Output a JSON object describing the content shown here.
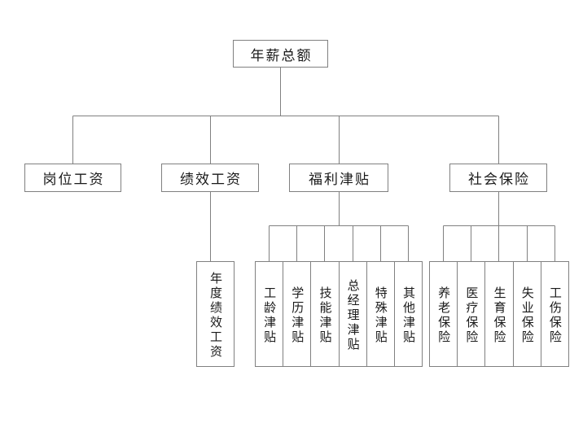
{
  "colors": {
    "line": "#808080",
    "text": "#1a1a1a",
    "background": "#ffffff"
  },
  "tree": {
    "root": "年薪总额",
    "branches": [
      {
        "label": "岗位工资",
        "children": []
      },
      {
        "label": "绩效工资",
        "children": [
          "年度绩效工资"
        ]
      },
      {
        "label": "福利津贴",
        "children": [
          "工龄津贴",
          "学历津贴",
          "技能津贴",
          "总经理津贴",
          "特殊津贴",
          "其他津贴"
        ]
      },
      {
        "label": "社会保险",
        "children": [
          "养老保险",
          "医疗保险",
          "生育保险",
          "失业保险",
          "工伤保险"
        ]
      }
    ]
  }
}
